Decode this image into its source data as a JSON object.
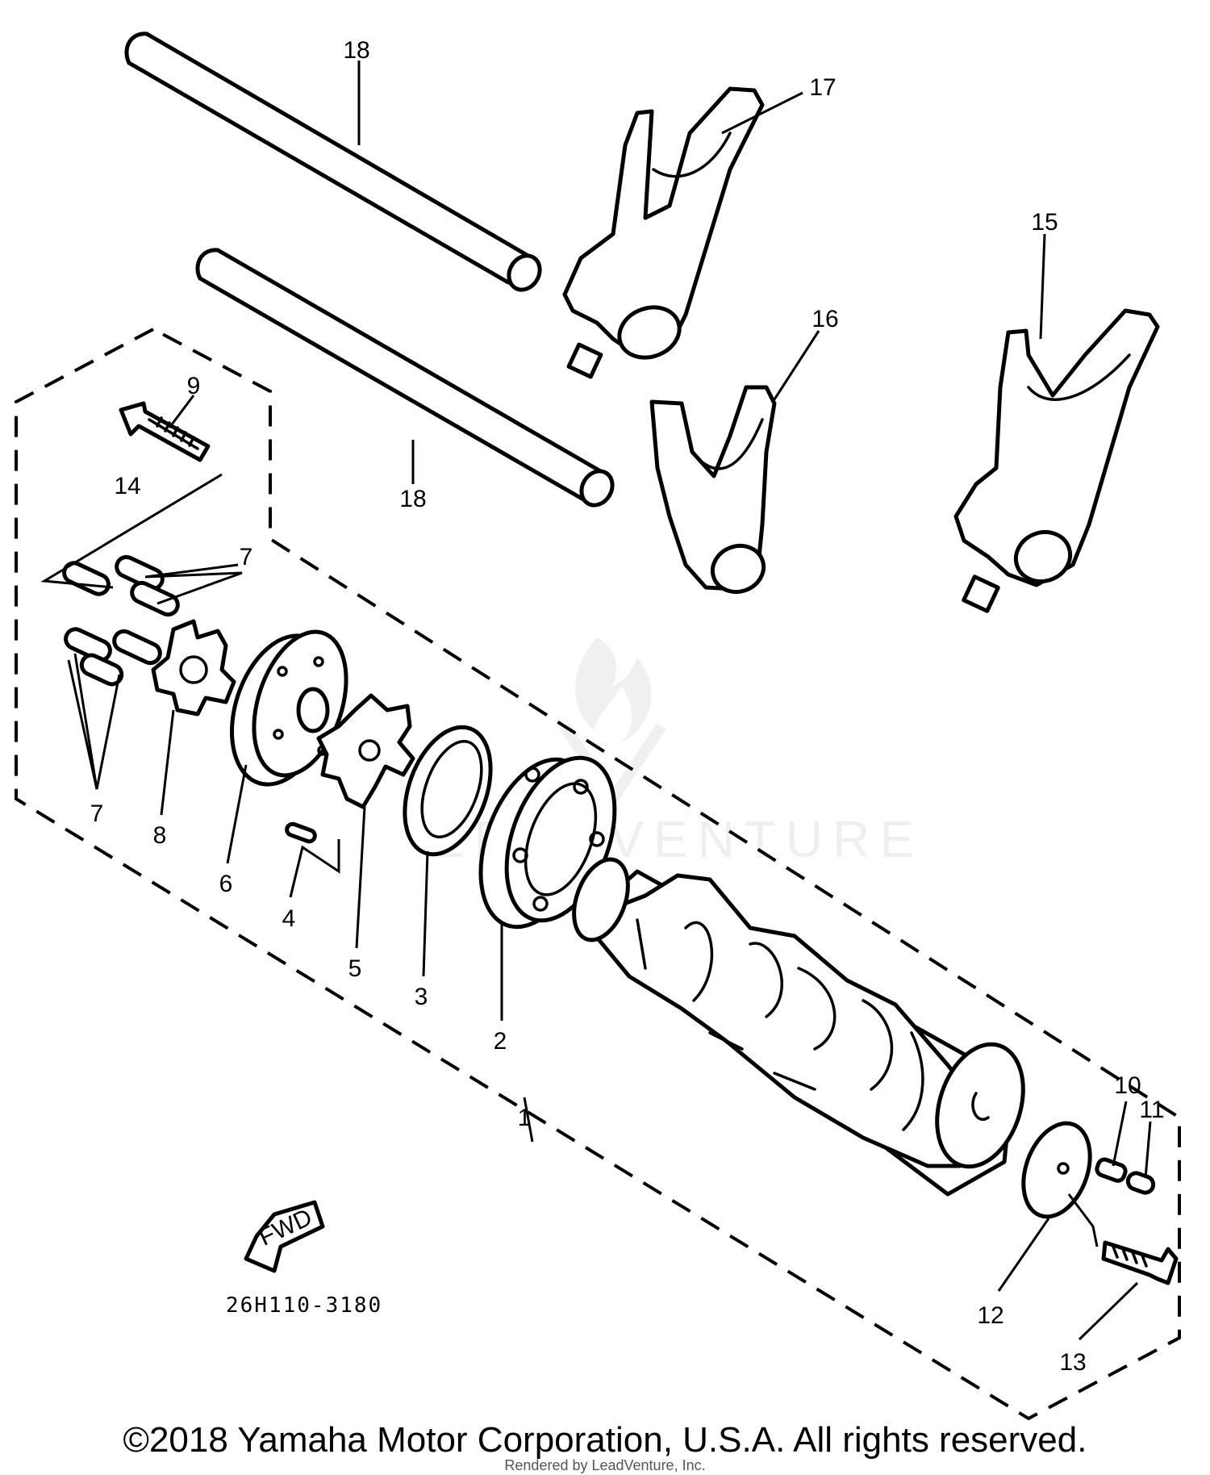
{
  "diagram": {
    "part_labels": {
      "p1": "1",
      "p2": "2",
      "p3": "3",
      "p4": "4",
      "p5": "5",
      "p6": "6",
      "p7a": "7",
      "p7b": "7",
      "p8": "8",
      "p9": "9",
      "p10": "10",
      "p11": "11",
      "p12": "12",
      "p13": "13",
      "p14": "14",
      "p15": "15",
      "p16": "16",
      "p17": "17",
      "p18a": "18",
      "p18b": "18"
    },
    "fwd_marker": "FWD",
    "drawing_code": "26H110-3180",
    "watermark": "LEADVENTURE"
  },
  "footer": {
    "copyright": "©2018 Yamaha Motor Corporation, U.S.A. All rights reserved.",
    "rendered_by": "Rendered by LeadVenture, Inc."
  }
}
